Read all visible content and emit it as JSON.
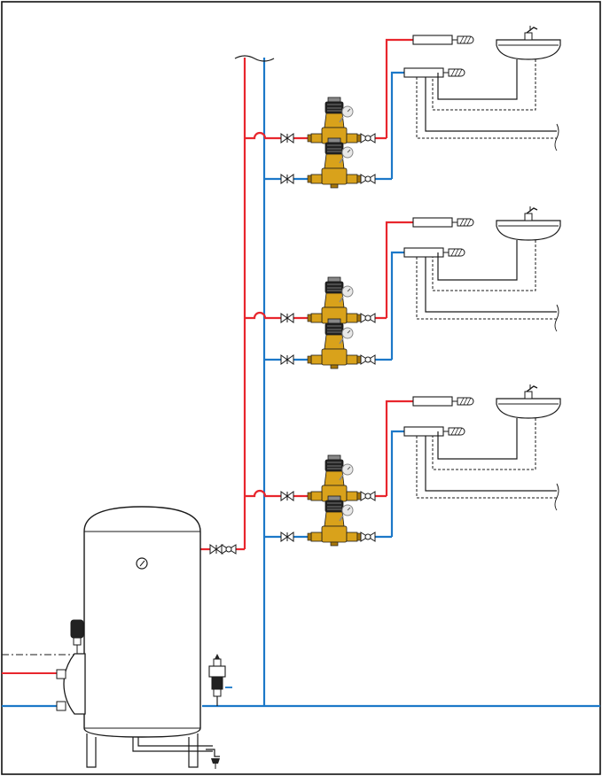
{
  "diagram": {
    "colors": {
      "hot_water": "#e8262d",
      "cold_water": "#1c78c8",
      "outline": "#1a1a1a",
      "valve_body": "#d9a21b",
      "valve_body_dark": "#a8770a",
      "valve_cap": "#222222",
      "dashed": "#333333",
      "background": "#ffffff"
    },
    "floors": 3,
    "components": {
      "storage_tank": {
        "icon": "vertical-storage-tank",
        "has_pressure_gauge": true
      },
      "riser_hot": {
        "icon": "hot-water-riser-pipe"
      },
      "riser_cold": {
        "icon": "cold-water-riser-pipe"
      },
      "pressure_reducing_valve": {
        "icon": "pressure-reducing-valve",
        "per_floor": 2
      },
      "distribution_manifold": {
        "icon": "manifold",
        "per_floor": 2
      },
      "washbasin": {
        "icon": "washbasin-with-mixer-tap",
        "per_floor": 1
      },
      "safety_valve": {
        "icon": "safety-valve-with-drain"
      },
      "electric_heater": {
        "icon": "electric-heating-element"
      }
    }
  }
}
